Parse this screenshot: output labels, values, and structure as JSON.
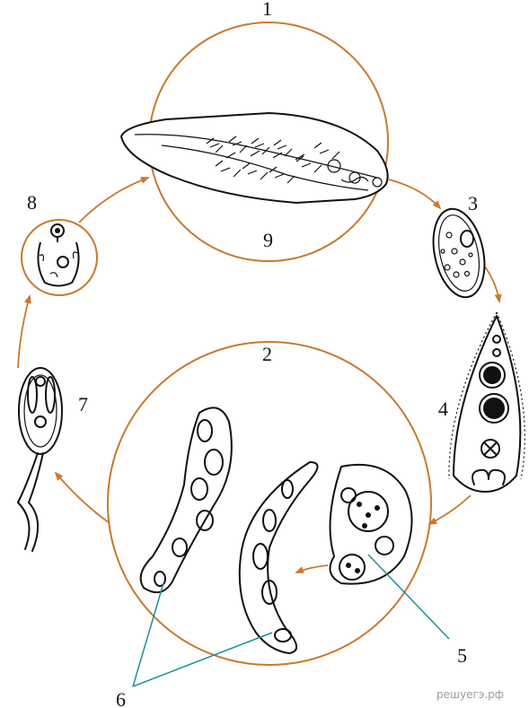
{
  "labels": {
    "n1": "1",
    "n2": "2",
    "n3": "3",
    "n4": "4",
    "n5": "5",
    "n6": "6",
    "n7": "7",
    "n8": "8",
    "n9": "9"
  },
  "watermark": "решуегэ.рф",
  "colors": {
    "cycle": "#c67a2e",
    "pointer": "#1f8e9a",
    "ink": "#111111"
  }
}
